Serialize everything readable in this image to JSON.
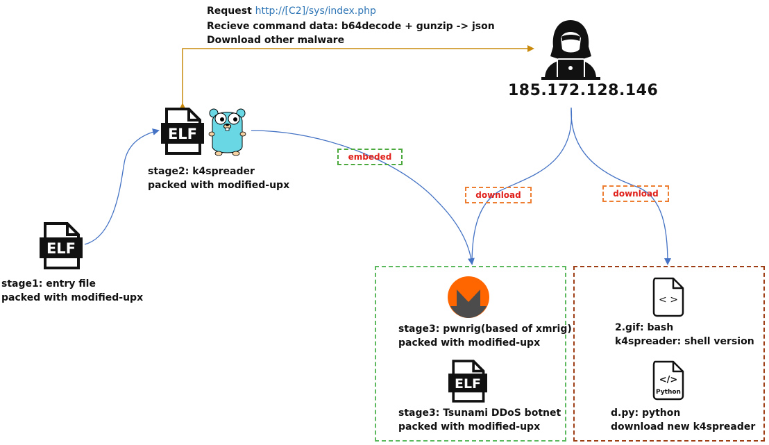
{
  "header": {
    "request_label": "Request",
    "request_url": "http://[C2]/sys/index.php",
    "line2": "Recieve command data: b64decode + gunzip -> json",
    "line3": "Download other malware"
  },
  "c2": {
    "ip": "185.172.128.146"
  },
  "stage1": {
    "line1": "stage1: entry file",
    "line2": "packed with modified-upx",
    "icon_text": "ELF"
  },
  "stage2": {
    "line1": "stage2: k4spreader",
    "line2": "packed with modified-upx",
    "icon_text": "ELF"
  },
  "tags": {
    "embeded": "embeded",
    "download_left": "download",
    "download_right": "download"
  },
  "box_left": {
    "item1": {
      "line1": "stage3: pwnrig(based of xmrig)",
      "line2": "packed with modified-upx"
    },
    "item2": {
      "line1": "stage3: Tsunami DDoS botnet",
      "line2": "packed with modified-upx",
      "icon_text": "ELF"
    }
  },
  "box_right": {
    "item1": {
      "line1": "2.gif: bash",
      "line2": "k4spreader: shell version",
      "icon_text": "< >"
    },
    "item2": {
      "line1": "d.py: python",
      "line2": "download new k4spreader",
      "icon_code": "</>",
      "icon_text": "Python"
    }
  },
  "colors": {
    "arrow_orange": "#c98a0b",
    "arrow_blue": "#4472c4",
    "green": "#5cb85c",
    "brown": "#9c3d16",
    "red_text": "#e0201b",
    "url_blue": "#2e75b6"
  }
}
